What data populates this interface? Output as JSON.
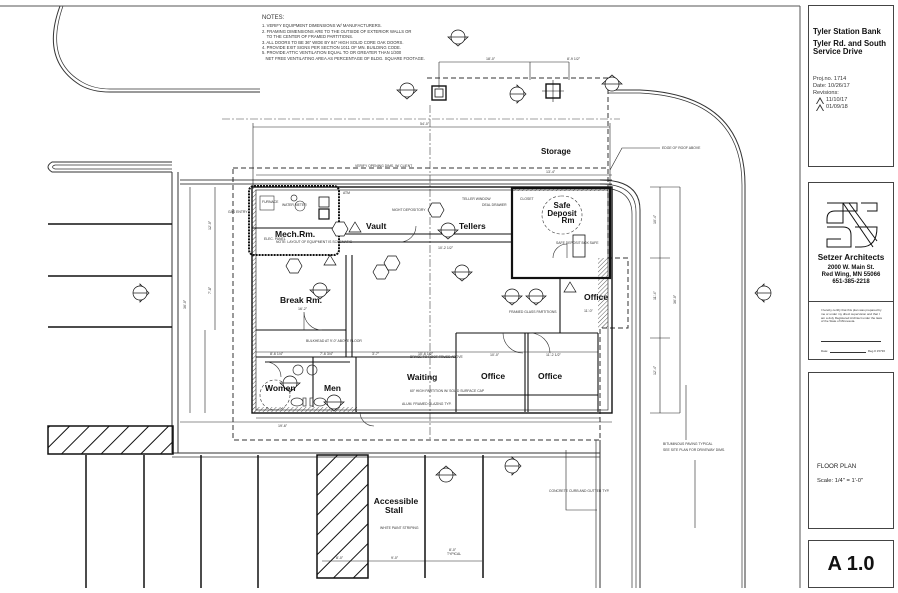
{
  "notes": {
    "title": "NOTES:",
    "items": [
      "1. VERIFY EQUIPMENT DIMENSIONS W/ MANUFACTURERS.",
      "2. FRAMING DIMENSIONS ARE TO THE OUTSIDE OF EXTERIOR WALLS OR",
      "    TO THE CENTER OF FRAMED PARTITIONS.",
      "3. ALL DOORS TO BE 36\" WIDE BY 84\" HIGH SOLID CORE OAK DOORS.",
      "4. PROVIDE EXIT SIGNS PER SECTION 1011 OF MN. BUILDING CODE.",
      "5. PROVIDE ATTIC VENTILATION EQUAL TO OR GREATER THAN 1/300",
      "   NET FREE VENTILATING AREA AS PERCENTAGE OF BLDG. SQUARE FOOTAGE."
    ]
  },
  "title_block": {
    "project_name": "Tyler Station Bank",
    "project_location": "Tyler Rd. and South Service Drive",
    "proj_no": "Proj.no. 1714",
    "date": "Date: 10/26/17",
    "revisions_label": "Revisions:",
    "revisions": [
      {
        "mark": "1",
        "date": "11/10/17"
      },
      {
        "mark": "2",
        "date": "01/09/18"
      }
    ],
    "firm_name": "Setzer Architects",
    "firm_address_1": "2000 W. Main St.",
    "firm_address_2": "Red Wing, MN 55066",
    "firm_phone": "651-385-2218",
    "certification": "I hereby certify that this plan was prepared by me or under my direct supervision and that I am a duly Registered Architect under the laws of the State of Minnesota.",
    "date_label": "Date:",
    "reg_label": "Reg.# 15736",
    "drawing_title": "FLOOR PLAN",
    "scale": "Scale: 1/4\" = 1'-0\"",
    "sheet_number": "A 1.0"
  },
  "rooms": {
    "storage": "Storage",
    "safe_deposit_1": "Safe",
    "safe_deposit_2": "Deposit",
    "safe_deposit_3": "Rm",
    "mech": "Mech.Rm.",
    "vault": "Vault",
    "tellers": "Tellers",
    "break": "Break Rm.",
    "office_east": "Office",
    "women": "Women",
    "men": "Men",
    "waiting": "Waiting",
    "office_1": "Office",
    "office_2": "Office",
    "accessible_1": "Accessible",
    "accessible_2": "Stall"
  },
  "annotations": {
    "edge_of_roof": "EDGE OF ROOF ABOVE",
    "verify_opening": "VERIFY OPENING DIMS. W/ CLIENT",
    "teller_window": "TELLER WINDOW",
    "deal_drawer": "DEAL DRAWER",
    "night_depository": "NIGHT DEPOSITORY",
    "atm": "ATM",
    "furnace": "FURNACE",
    "water_meter": "WATER METER",
    "elec_panel": "ELEC. PANEL",
    "note_layout": "NOTE: LAYOUT OF EQUIPMENT IS SCHEMATIC",
    "closet": "CLOSET",
    "safe_deposit_box": "SAFE DEPOSIT BOX SAFE",
    "framed_glass": "FRAMED GLASS PARTITIONS",
    "bulkhead": "BULKHEAD AT 9'-0\" ABOVE FLOOR",
    "brace": "BRACE TO ROOF TRUSS ABOVE",
    "partition": "60\" HIGH PARTITION W/ SOLID SURFACE CAP",
    "glazing": "ALUM. FRAMED GLAZING TYP.",
    "gas_entry": "GAS ENTRY",
    "white_paint": "WHITE PAINT STRIPING",
    "typical": "TYPICAL",
    "concrete_curb": "CONCRETE CURB AND GUTTER TYP.",
    "bituminous": "BITUMINOUS PAVING TYPICAL",
    "see_site": "SEE SITE PLAN FOR DRIVEWAY DIMS."
  },
  "dimensions": {
    "overall_w": "54'-0\"",
    "overall_h": "36'-0\"",
    "d_top_1": "18'-0\"",
    "d_top_2": "8'-9 1/2\"",
    "d_storage": "13'-4\"",
    "d_teller": "10'-2 1/2\"",
    "d_break": "16'-2\"",
    "d_women": "8'-6 1/4\"",
    "d_men": "7'-6 3/4\"",
    "d_hall": "3'-7\"",
    "d_waiting": "10'-6 1/2\"",
    "d_office1": "10'-0\"",
    "d_office2": "11'-2 1/2\"",
    "d_office_e": "11'-0\"",
    "d_bottom_l": "19'-6\"",
    "d_stall_1": "8'-0\"",
    "d_stall_2": "9'-0\"",
    "d_stall_3": "8'-0\"",
    "d_left_1": "12'-0\"",
    "d_left_2": "7'-8\"",
    "d_right_1": "10'-4\"",
    "d_right_2": "11'-4\"",
    "d_right_3": "12'-4\""
  },
  "colors": {
    "line": "#111111",
    "thin": "#444444",
    "hatch": "#222222",
    "paper": "#ffffff"
  }
}
